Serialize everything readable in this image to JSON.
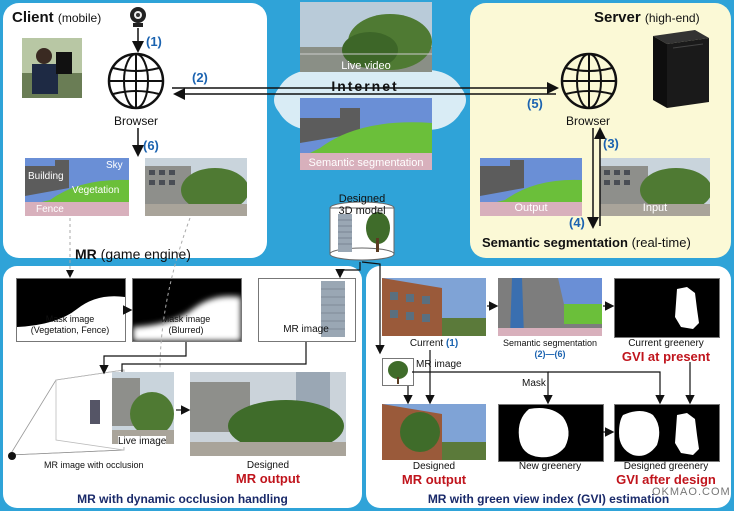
{
  "client": {
    "title": "Client",
    "subtitle": "(mobile)",
    "browser_label": "Browser",
    "seg_labels": {
      "sky": "Sky",
      "building": "Building",
      "vegetation": "Vegetation",
      "fence": "Fence"
    }
  },
  "server": {
    "title": "Server",
    "subtitle": "(high-end)",
    "browser_label": "Browser",
    "output_label": "Output",
    "input_label": "Input",
    "caption_bold": "Semantic segmentation",
    "caption_rest": "(real-time)"
  },
  "internet": {
    "label": "Internet",
    "live_video": "Live video",
    "semantic_segmentation": "Semantic segmentation"
  },
  "steps": {
    "s1": "(1)",
    "s2": "(2)",
    "s3": "(3)",
    "s4": "(4)",
    "s5": "(5)",
    "s6": "(6)"
  },
  "model": {
    "line1": "Designed",
    "line2": "3D model"
  },
  "mr": {
    "title_bold": "MR",
    "title_rest": "(game engine)",
    "mask1": "Mask image\n(Vegetation, Fence)",
    "mask2": "Mask image\n(Blurred)",
    "mr_image": "MR image",
    "live_image": "Live image",
    "occlusion": "MR image with occlusion",
    "designed": "Designed",
    "mr_output": "MR output",
    "footer": "MR with dynamic occlusion handling"
  },
  "gvi": {
    "current": "Current",
    "current_step": "(1)",
    "semseg": "Semantic segmentation",
    "semseg_steps": "(2)—(6)",
    "current_greenery": "Current greenery",
    "gvi_present": "GVI at present",
    "mr_image": "MR image",
    "mask": "Mask",
    "designed": "Designed",
    "mr_output": "MR output",
    "new_greenery": "New greenery",
    "designed_greenery": "Designed greenery",
    "gvi_after": "GVI after design",
    "footer": "MR with green view index (GVI) estimation"
  },
  "watermark": "OKMAO.COM",
  "colors": {
    "client_panel": "#ffffff",
    "server_panel": "#fbf9d6",
    "internet_bg": "#2fa3d8",
    "step_blue": "#1b63b0",
    "accent_red": "#c0141c",
    "seg_sky": "#6a8fd6",
    "seg_building": "#5c5c5c",
    "seg_vegetation": "#6bbf3a",
    "seg_fence": "#d8b0bc"
  }
}
